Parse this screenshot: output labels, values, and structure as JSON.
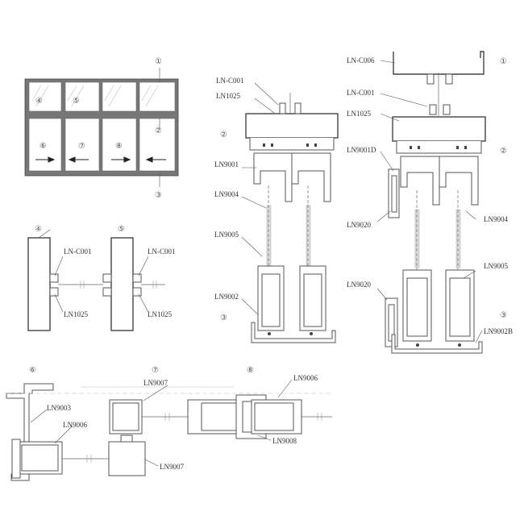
{
  "elevation": {
    "circled": [
      "①",
      "④",
      "⑤",
      "②",
      "⑥",
      "⑦",
      "⑧",
      "③"
    ]
  },
  "section_left": {
    "labels": [
      "LN-C001",
      "LN1025",
      "②",
      "LN9001",
      "LN9004",
      "LN9005",
      "LN9002",
      "③"
    ]
  },
  "section_right": {
    "labels": [
      "LN-C006",
      "①",
      "LN-C001",
      "LN1025",
      "②",
      "LN9001D",
      "LN9020",
      "LN9004",
      "LN9005",
      "LN9020",
      "③",
      "LN9002B"
    ]
  },
  "detail_45": {
    "markers": [
      "④",
      "⑤"
    ],
    "labels": [
      "LN-C001",
      "LN1025",
      "LN-C001",
      "LN1025"
    ]
  },
  "detail_678": {
    "markers": [
      "⑥",
      "⑦",
      "⑧"
    ],
    "labels": [
      "LN9003",
      "LN9006",
      "LN9007",
      "LN9007",
      "LN9006",
      "LN9008"
    ]
  }
}
